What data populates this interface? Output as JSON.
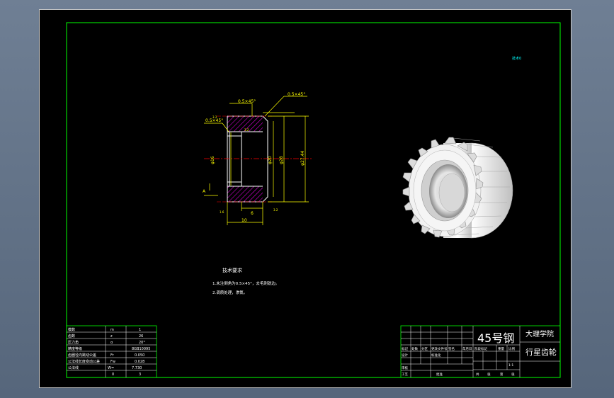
{
  "drawing": {
    "material": "45号钢",
    "school": "大理学院",
    "part_name": "行星齿轮",
    "corner_mark": "技术0",
    "tech_req_title": "技术要求",
    "tech_req_1": "1.未注倒角为0.5×45°，去毛刺锐边。",
    "tech_req_2": "2.调质处理，渗氮。",
    "dim_chamfer_top": "0.5×45°",
    "dim_chamfer_right": "0.5×45°",
    "dim_chamfer_left": "0.5×45°",
    "dim_d1": "φ16",
    "dim_d2": "φ20",
    "dim_d3": "φ28",
    "dim_d4": "φ27.44",
    "dim_w1": "6",
    "dim_w2": "10",
    "dim_rough_1": "3.2",
    "dim_rough_2": "3.2",
    "dim_rough_3": "1.6",
    "dim_rough_4": "3.2",
    "datum_a": "A",
    "param_table": [
      [
        "模数",
        "m",
        "1"
      ],
      [
        "齿数",
        "z",
        "26"
      ],
      [
        "压力角",
        "α",
        "20°"
      ],
      [
        "精度等级",
        "",
        "8GB10095"
      ],
      [
        "齿圈径向跳动公差",
        "Fr",
        "0.050"
      ],
      [
        "公法线长度变动公差",
        "Fw",
        "0.028"
      ],
      [
        "公法线",
        "W=",
        "7.730"
      ],
      [
        "",
        "0",
        "3"
      ]
    ],
    "title_row_labels": [
      "标记",
      "处数",
      "分区",
      "更改文件号",
      "签名",
      "年月日"
    ],
    "title_row_2": [
      "设计",
      "",
      "标准化",
      "",
      ""
    ],
    "title_bottom": [
      "审核",
      "",
      "",
      "",
      ""
    ],
    "title_bottom_2": [
      "工艺",
      "",
      "批准",
      "",
      ""
    ],
    "stage_labels": [
      "阶段标记",
      "重量",
      "比例"
    ],
    "scale_value": "1:1",
    "sheet_info": [
      "共",
      "张",
      "第",
      "张"
    ]
  },
  "colors": {
    "border": "#00ff00",
    "outline": "#ffffff",
    "dimension": "#ffff00",
    "hatch": "#ff00ff",
    "center": "#ff0000",
    "text_accent": "#00ffff"
  }
}
